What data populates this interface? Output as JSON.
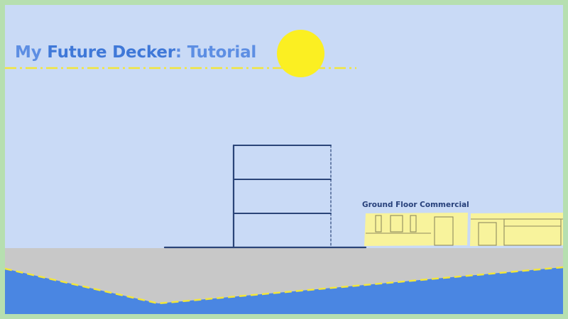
{
  "title": {
    "part_my": "My ",
    "part_future_decker": "Future Decker",
    "part_tutorial": ": Tutorial"
  },
  "scene": {
    "commercial_label": "Ground Floor Commercial"
  },
  "colors": {
    "frame": "#b6dfb0",
    "sky": "#c9daf6",
    "title": "#5d8ee3",
    "title_accent": "#3f78d8",
    "sun": "#fbef22",
    "ground": "#c8c8c8",
    "water": "#4a86e2",
    "dash_line": "#f2e63a",
    "building_outline": "#2a4478",
    "storefront": "#f8f39c"
  },
  "icons": [
    "sun-icon",
    "building-icon",
    "storefront-icon"
  ]
}
